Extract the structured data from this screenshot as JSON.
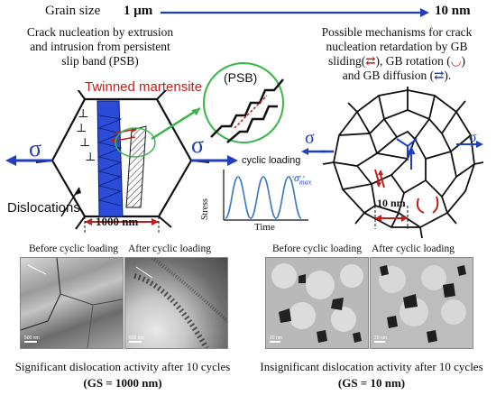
{
  "header": {
    "label": "Grain size",
    "left_value": "1 μm",
    "right_value": "10 nm",
    "arrow_color": "#1f3fbf"
  },
  "left_panel": {
    "description_lines": [
      "Crack nucleation by extrusion",
      "and intrusion from persistent",
      "slip band (PSB)"
    ],
    "martensite_label": "Twinned martensite",
    "psb_label": "(PSB)",
    "sigma": "σ",
    "dislocations_label": "Dislocations",
    "dimension_label": "1000 nm",
    "dislocation_symbol": "⊥"
  },
  "right_panel": {
    "description_lines": [
      "Possible mechanisms for crack",
      "nucleation retardation by GB",
      "sliding(",
      "), GB rotation (",
      ")",
      "and GB diffusion (",
      ")."
    ],
    "sigma": "σ",
    "dimension_label": "10 nm"
  },
  "inset_plot": {
    "title": "cyclic loading",
    "ylabel": "Stress",
    "xlabel": "Time",
    "max_label": "σ",
    "max_subscript": "max"
  },
  "micrographs": {
    "left": {
      "before_label": "Before cyclic loading",
      "after_label": "After cyclic loading",
      "scale_label": "500 nm"
    },
    "right": {
      "before_label": "Before cyclic loading",
      "after_label": "After cyclic loading",
      "scale_label": "20 nm"
    }
  },
  "captions": {
    "left_line1": "Significant dislocation activity after 10 cycles",
    "left_line2": "(GS = 1000 nm)",
    "right_line1": "Insignificant dislocation activity after 10 cycles",
    "right_line2": "(GS = 10 nm)"
  },
  "colors": {
    "red": "#c0201d",
    "blue": "#1f3fbf",
    "green": "#39b54a",
    "martensite_blue": "#2a4cd8"
  }
}
